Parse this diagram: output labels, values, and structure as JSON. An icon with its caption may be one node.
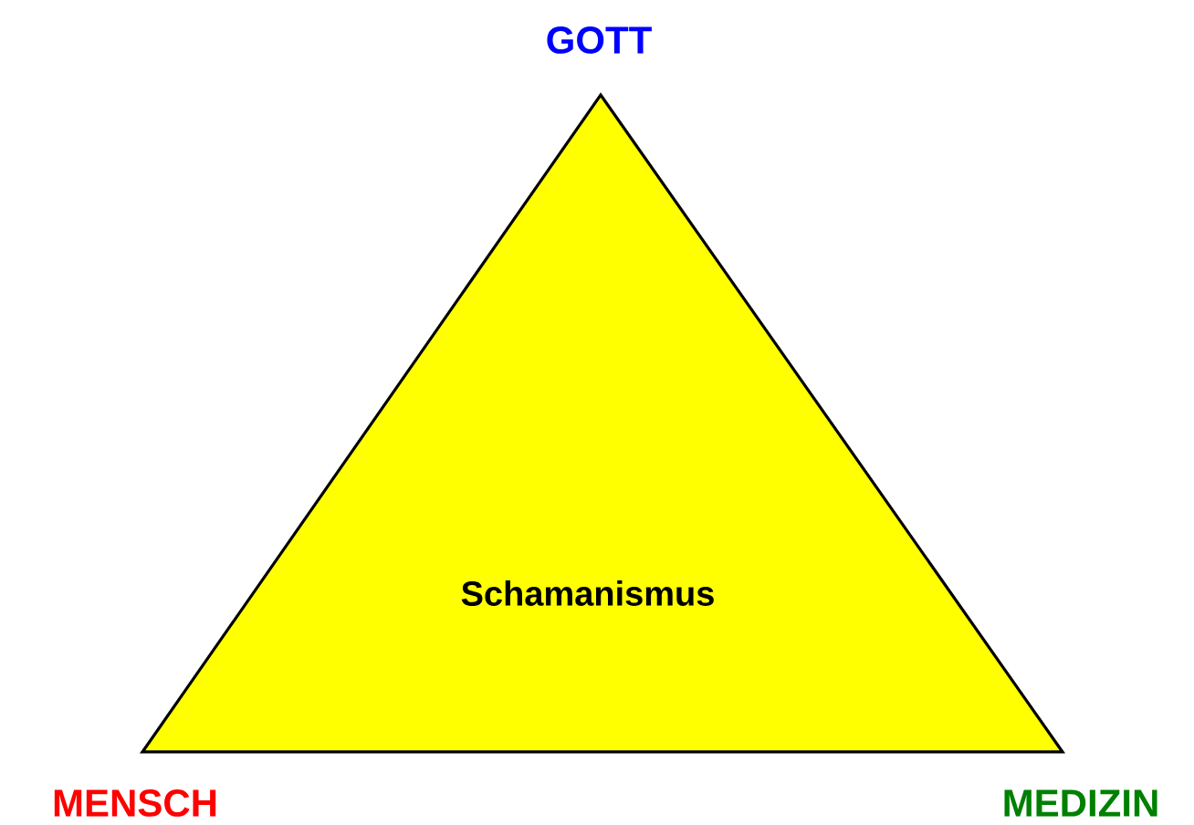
{
  "diagram": {
    "nodes": [
      {
        "text": [
          "Schamanismus"
        ]
      }
    ],
    "labels": [
      "GOTT",
      "MENSCH",
      "MEDIZIN"
    ]
  }
}
